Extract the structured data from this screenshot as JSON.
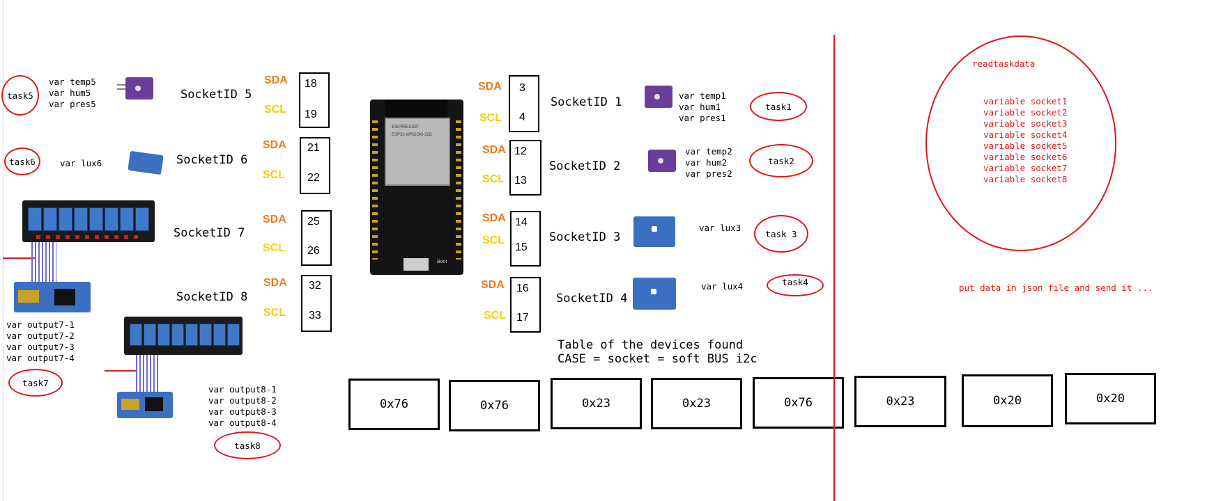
{
  "sockets": {
    "s1": {
      "label": "SocketID 1",
      "sda_label": "SDA",
      "scl_label": "SCL",
      "sda_pin": "3",
      "scl_pin": "4",
      "vars": [
        "var temp1",
        "var hum1",
        "var pres1"
      ],
      "task": "task1"
    },
    "s2": {
      "label": "SocketID 2",
      "sda_label": "SDA",
      "scl_label": "SCL",
      "sda_pin": "12",
      "scl_pin": "13",
      "vars": [
        "var temp2",
        "var hum2",
        "var pres2"
      ],
      "task": "task2"
    },
    "s3": {
      "label": "SocketID 3",
      "sda_label": "SDA",
      "scl_label": "SCL",
      "sda_pin": "14",
      "scl_pin": "15",
      "vars": [
        "var lux3"
      ],
      "task": "task 3"
    },
    "s4": {
      "label": "SocketID 4",
      "sda_label": "SDA",
      "scl_label": "SCL",
      "sda_pin": "16",
      "scl_pin": "17",
      "vars": [
        "var lux4"
      ],
      "task": "task4"
    },
    "s5": {
      "label": "SocketID 5",
      "sda_label": "SDA",
      "scl_label": "SCL",
      "sda_pin": "18",
      "scl_pin": "19",
      "vars": [
        "var temp5",
        "var hum5",
        "var pres5"
      ],
      "task": "task5"
    },
    "s6": {
      "label": "SocketID 6",
      "sda_label": "SDA",
      "scl_label": "SCL",
      "sda_pin": "21",
      "scl_pin": "22",
      "vars": [
        "var lux6"
      ],
      "task": "task6"
    },
    "s7": {
      "label": "SocketID 7",
      "sda_label": "SDA",
      "scl_label": "SCL",
      "sda_pin": "25",
      "scl_pin": "26",
      "vars": [
        "var output7-1",
        "var output7-2",
        "var output7-3",
        "var output7-4"
      ],
      "task": "task7"
    },
    "s8": {
      "label": "SocketID 8",
      "sda_label": "SDA",
      "scl_label": "SCL",
      "sda_pin": "32",
      "scl_pin": "33",
      "vars": [
        "var output8-1",
        "var output8-2",
        "var output8-3",
        "var output8-4"
      ],
      "task": "task8"
    }
  },
  "board": {
    "brand": "ESPRESSIF",
    "module": "ESP32-WROOM-32D",
    "boot": "Boot"
  },
  "table": {
    "line1": "Table of the devices found",
    "line2": "CASE = socket = soft BUS i2c",
    "addresses": [
      "0x76",
      "0x76",
      "0x23",
      "0x23",
      "0x76",
      "0x23",
      "0x20",
      "0x20"
    ]
  },
  "reader": {
    "title": "readtaskdata",
    "variables": [
      "variable socket1",
      "variable socket2",
      "variable socket3",
      "variable socket4",
      "variable socket5",
      "variable socket6",
      "variable socket7",
      "variable socket8"
    ],
    "note": "put data in json file and send it ..."
  },
  "colors": {
    "sda": "#f07a1c",
    "scl": "#f2cf00",
    "annotation": "#e01818"
  }
}
